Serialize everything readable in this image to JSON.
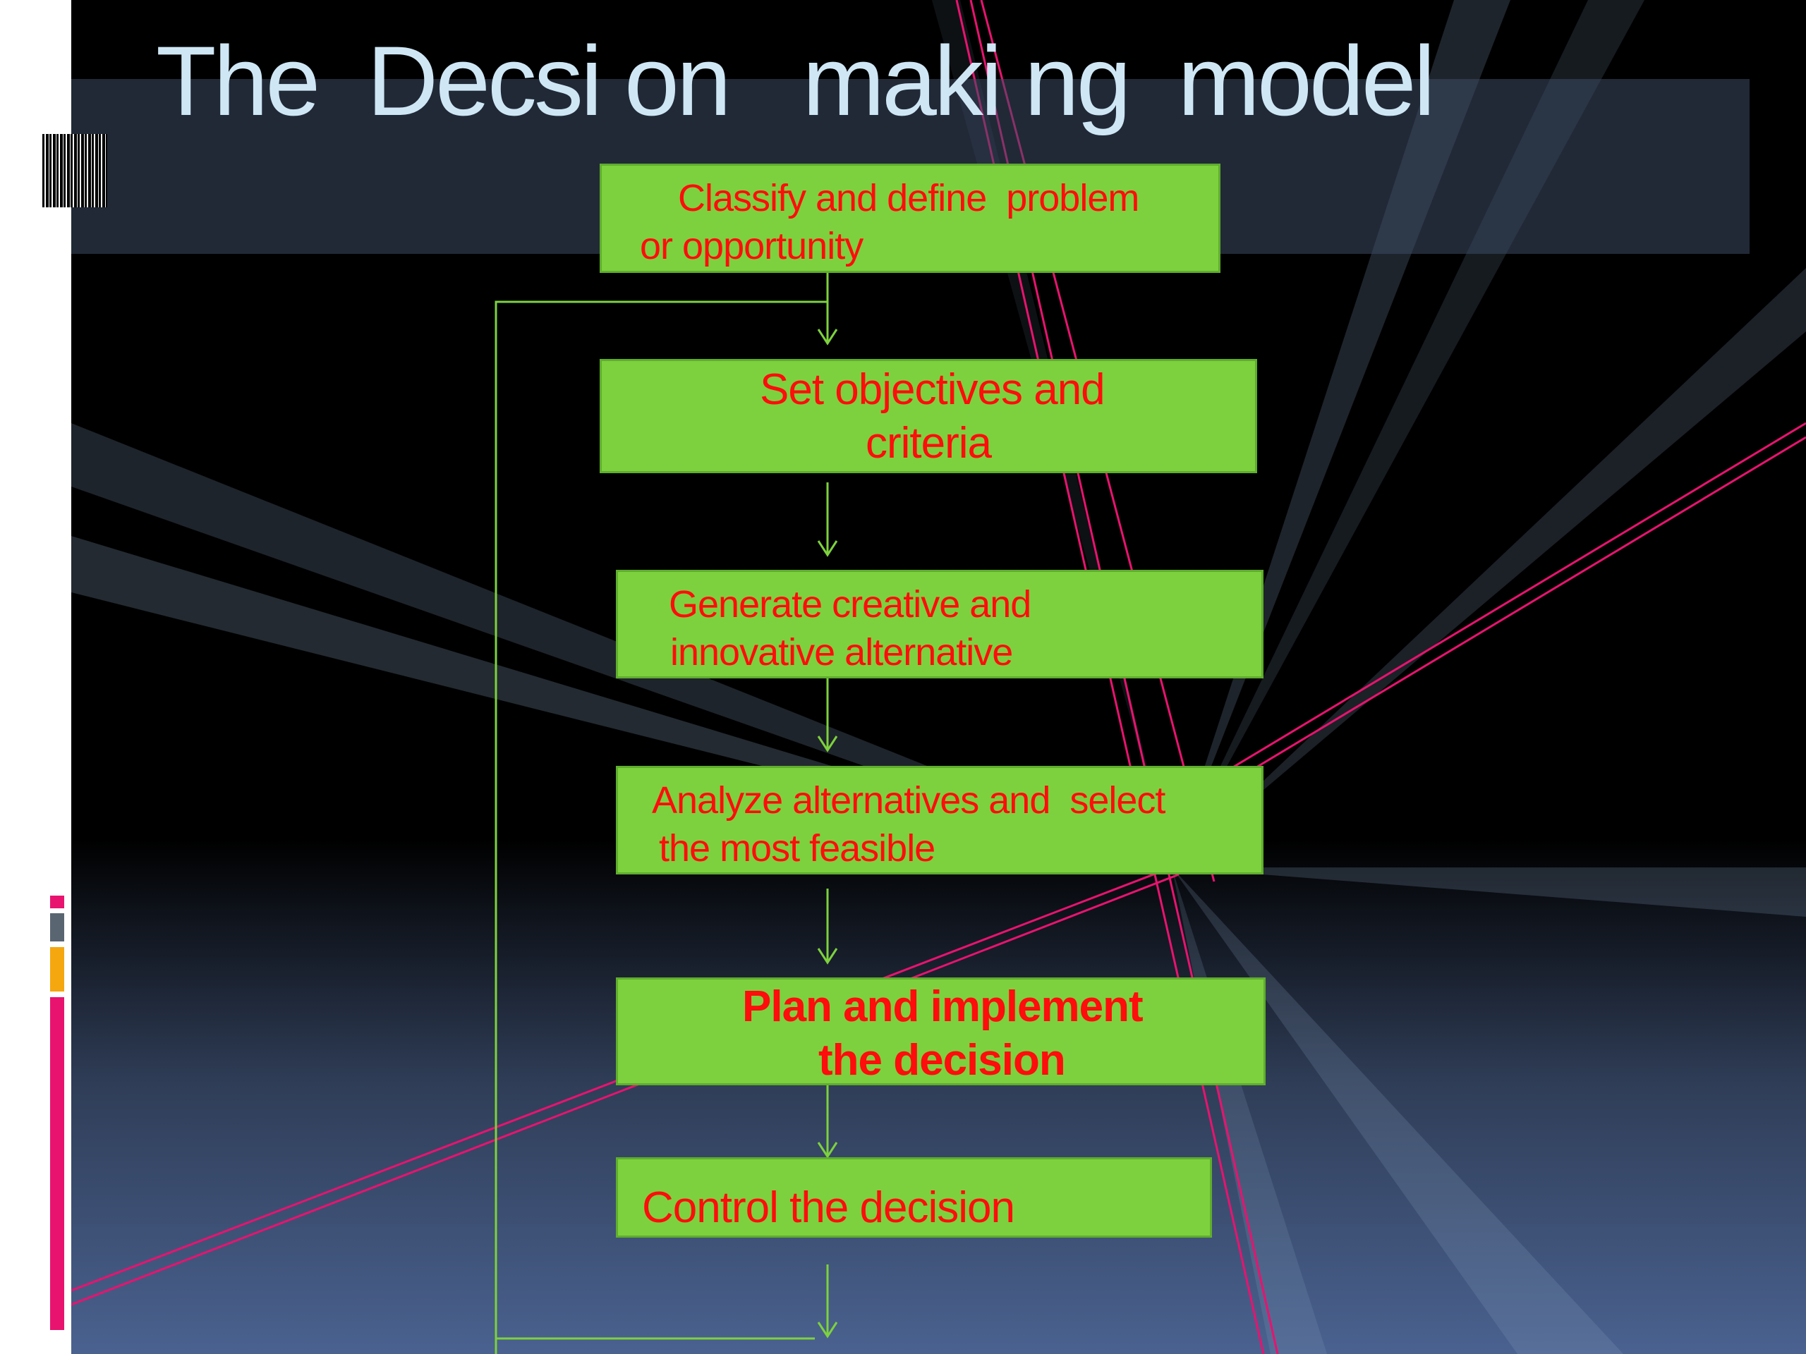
{
  "title": "The  Decsi on   maki ng  model",
  "colors": {
    "box_fill": "#7dd13e",
    "box_text": "#ff0d0d",
    "title_text": "#cfe7f5",
    "connector": "#7dd13e",
    "accent_pink": "#e8136f",
    "accent_gray": "#5a6572",
    "accent_orange": "#f5a70f"
  },
  "steps": [
    {
      "lines": [
        "Classify and define  problem",
        "or opportunity"
      ],
      "bold": false
    },
    {
      "lines": [
        "Set objectives and",
        "criteria"
      ],
      "bold": false
    },
    {
      "lines": [
        "Generate creative and",
        "innovative alternative"
      ],
      "bold": false
    },
    {
      "lines": [
        "Analyze alternatives and  select",
        "the most feasible"
      ],
      "bold": false
    },
    {
      "lines": [
        "Plan and implement",
        "the decision"
      ],
      "bold": true
    },
    {
      "lines": [
        "Control the decision"
      ],
      "bold": false
    }
  ]
}
